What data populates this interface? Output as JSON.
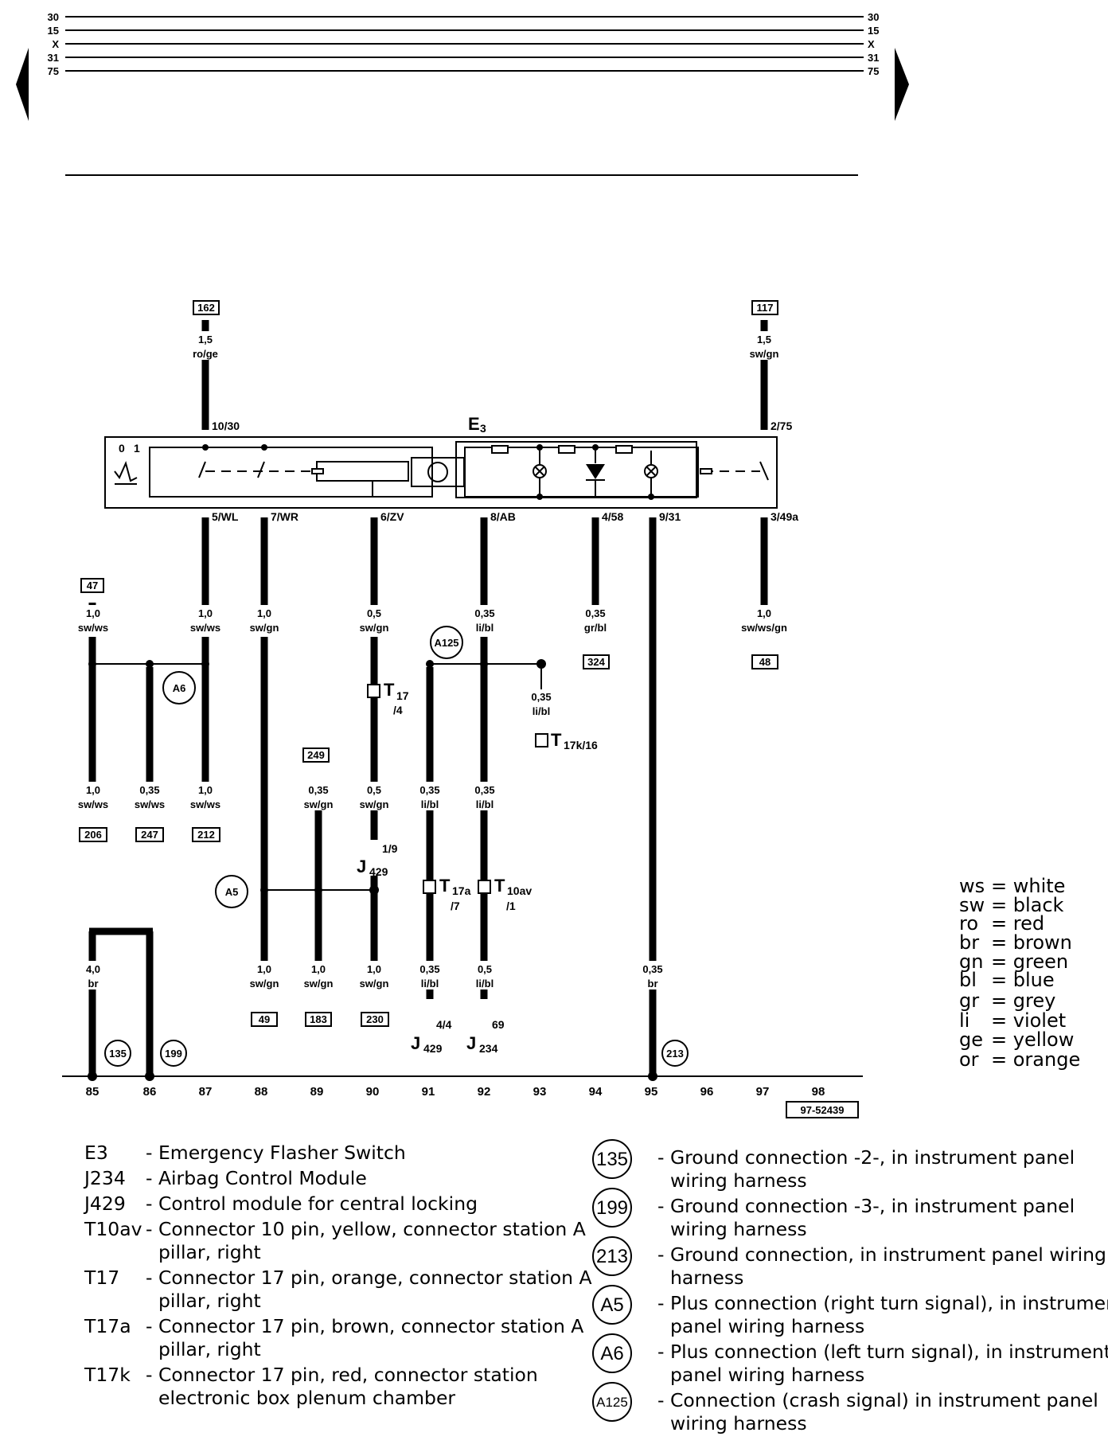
{
  "bus_labels": [
    "30",
    "15",
    "X",
    "31",
    "75"
  ],
  "switch": {
    "name": "E",
    "sub": "3",
    "positions": [
      "0",
      "1"
    ]
  },
  "pins": {
    "p10_30": "10/30",
    "p2_75": "2/75",
    "p5_wl": "5/WL",
    "p7_wr": "7/WR",
    "p6_zv": "6/ZV",
    "p8_ab": "8/AB",
    "p4_58": "4/58",
    "p9_31": "9/31",
    "p3_49a": "3/49a"
  },
  "wire_labels": {
    "w162": {
      "size": "1,5",
      "color": "ro/ge"
    },
    "w117": {
      "size": "1,5",
      "color": "sw/gn"
    },
    "w47": {
      "size": "1,0",
      "color": "sw/ws"
    },
    "w87a": {
      "size": "1,0",
      "color": "sw/ws"
    },
    "w88a": {
      "size": "1,0",
      "color": "sw/gn"
    },
    "w90a": {
      "size": "0,5",
      "color": "sw/gn"
    },
    "w92a": {
      "size": "0,35",
      "color": "li/bl"
    },
    "w94": {
      "size": "0,35",
      "color": "gr/bl"
    },
    "w97": {
      "size": "1,0",
      "color": "sw/ws/gn"
    },
    "w93": {
      "size": "0,35",
      "color": "li/bl"
    },
    "w85b": {
      "size": "1,0",
      "color": "sw/ws"
    },
    "w86b": {
      "size": "0,35",
      "color": "sw/ws"
    },
    "w87b": {
      "size": "1,0",
      "color": "sw/ws"
    },
    "w89a": {
      "size": "0,35",
      "color": "sw/gn"
    },
    "w90b": {
      "size": "0,5",
      "color": "sw/gn"
    },
    "w91a": {
      "size": "0,35",
      "color": "li/bl"
    },
    "w92b": {
      "size": "0,35",
      "color": "li/bl"
    },
    "w85c": {
      "size": "4,0",
      "color": "br"
    },
    "w88c": {
      "size": "1,0",
      "color": "sw/gn"
    },
    "w89c": {
      "size": "1,0",
      "color": "sw/gn"
    },
    "w90c": {
      "size": "1,0",
      "color": "sw/gn"
    },
    "w91c": {
      "size": "0,35",
      "color": "li/bl"
    },
    "w92c": {
      "size": "0,5",
      "color": "li/bl"
    },
    "w95": {
      "size": "0,35",
      "color": "br"
    }
  },
  "ref_boxes": {
    "r162": "162",
    "r117": "117",
    "r47": "47",
    "r324": "324",
    "r48": "48",
    "r249": "249",
    "r206": "206",
    "r247": "247",
    "r212": "212",
    "r49": "49",
    "r183": "183",
    "r230": "230"
  },
  "connectors": {
    "t17": {
      "name": "T",
      "sub": "17",
      "pin": "/4"
    },
    "t17k": {
      "name": "T",
      "sub": "17k/16",
      "pin": ""
    },
    "t17a": {
      "name": "T",
      "sub": "17a",
      "pin": "/7"
    },
    "t10av": {
      "name": "T",
      "sub": "10av",
      "pin": "/1"
    }
  },
  "components": {
    "j429_top": {
      "name": "J",
      "sub": "429",
      "pin": "1/9"
    },
    "j429_bot": {
      "name": "J",
      "sub": "429",
      "pin": "4/4"
    },
    "j234": {
      "name": "J",
      "sub": "234",
      "pin": "69"
    }
  },
  "circles": {
    "a125": "A125",
    "a6": "A6",
    "a5": "A5",
    "c135": "135",
    "c199": "199",
    "c213": "213"
  },
  "positions": [
    "85",
    "86",
    "87",
    "88",
    "89",
    "90",
    "91",
    "92",
    "93",
    "94",
    "95",
    "96",
    "97",
    "98"
  ],
  "drawing_number": "97-52439",
  "color_codes": [
    {
      "code": "ws",
      "name": "white"
    },
    {
      "code": "sw",
      "name": "black"
    },
    {
      "code": "ro",
      "name": "red"
    },
    {
      "code": "br",
      "name": "brown"
    },
    {
      "code": "gn",
      "name": "green"
    },
    {
      "code": "bl",
      "name": "blue"
    },
    {
      "code": "gr",
      "name": "grey"
    },
    {
      "code": "li",
      "name": "violet"
    },
    {
      "code": "ge",
      "name": "yellow"
    },
    {
      "code": "or",
      "name": "orange"
    }
  ],
  "legend_left": [
    {
      "code": "E3",
      "text": "- Emergency Flasher Switch"
    },
    {
      "code": "J234",
      "text": "- Airbag Control Module"
    },
    {
      "code": "J429",
      "text": "- Control module for central locking"
    },
    {
      "code": "T10av",
      "text": "- Connector 10 pin, yellow, connector station A",
      "text2": "pillar, right"
    },
    {
      "code": "T17",
      "text": "- Connector 17 pin, orange, connector station A",
      "text2": "pillar, right"
    },
    {
      "code": "T17a",
      "text": "- Connector 17 pin, brown, connector station A",
      "text2": "pillar, right"
    },
    {
      "code": "T17k",
      "text": "- Connector 17 pin, red, connector station",
      "text2": "electronic box plenum chamber"
    }
  ],
  "legend_right": [
    {
      "code": "135",
      "text": "- Ground connection -2-, in instrument panel",
      "text2": "wiring harness"
    },
    {
      "code": "199",
      "text": "- Ground connection -3-, in instrument panel",
      "text2": "wiring harness"
    },
    {
      "code": "213",
      "text": "- Ground connection, in instrument panel wiring",
      "text2": "harness"
    },
    {
      "code": "A5",
      "text": "- Plus connection (right turn signal), in instrument",
      "text2": "panel wiring harness"
    },
    {
      "code": "A6",
      "text": "- Plus connection (left turn signal), in instrument",
      "text2": "panel wiring harness"
    },
    {
      "code": "A125",
      "text": "- Connection (crash signal) in instrument panel",
      "text2": "wiring harness"
    }
  ]
}
